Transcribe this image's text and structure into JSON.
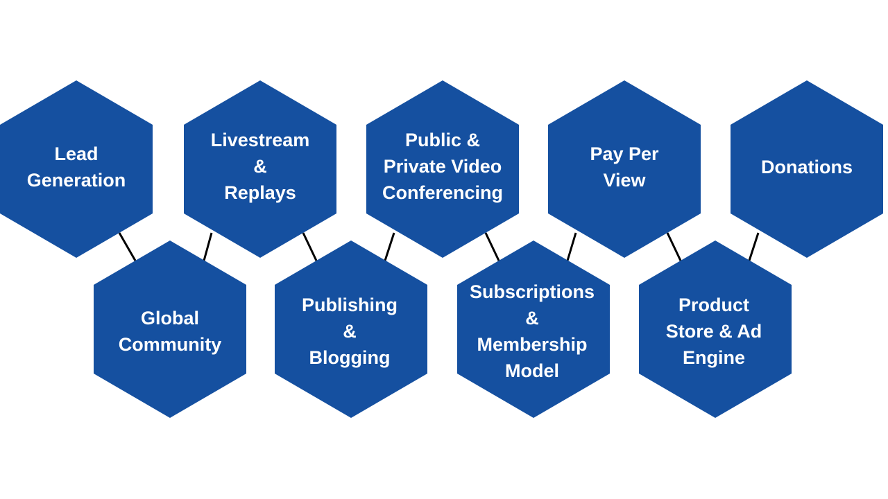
{
  "colors": {
    "hex_fill": "#1550a0",
    "connector": "#000000",
    "text": "#ffffff"
  },
  "top_row": [
    {
      "label": "Lead Generation",
      "lines": [
        "Lead",
        "Generation"
      ]
    },
    {
      "label": "Livestream & Replays",
      "lines": [
        "Livestream",
        "&",
        "Replays"
      ]
    },
    {
      "label": "Public & Private Video Conferencing",
      "lines": [
        "Public &",
        "Private Video",
        "Conferencing"
      ]
    },
    {
      "label": "Pay Per View",
      "lines": [
        "Pay Per",
        "View"
      ]
    },
    {
      "label": "Donations",
      "lines": [
        "Donations"
      ]
    }
  ],
  "bottom_row": [
    {
      "label": "Global Community",
      "lines": [
        "Global",
        "Community"
      ]
    },
    {
      "label": "Publishing & Blogging",
      "lines": [
        "Publishing",
        "&",
        "Blogging"
      ]
    },
    {
      "label": "Subscriptions & Membership Model",
      "lines": [
        "Subscriptions",
        "&",
        "Membership",
        "Model"
      ]
    },
    {
      "label": "Product Store & Ad Engine",
      "lines": [
        "Product",
        "Store & Ad",
        "Engine"
      ]
    }
  ]
}
